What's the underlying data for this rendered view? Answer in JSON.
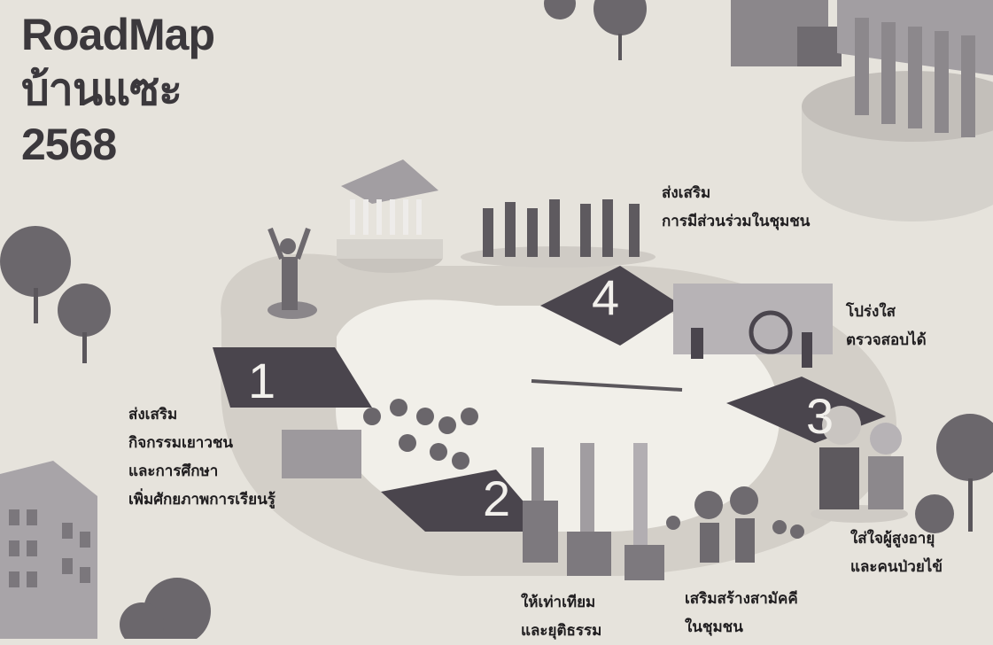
{
  "title": {
    "line1": "RoadMap",
    "line2": "บ้านแซะ",
    "line3": "2568"
  },
  "steps": [
    {
      "number": "1",
      "lines": [
        "ส่งเสริม",
        "กิจกรรมเยาวชน",
        "และการศึกษา",
        "เพิ่มศักยภาพการเรียนรู้"
      ]
    },
    {
      "number": "2",
      "lines": [
        "ให้เท่าเทียม",
        "และยุติธรรม"
      ]
    },
    {
      "number": "3",
      "lines_a": [
        "โปร่งใส",
        "ตรวจสอบได้"
      ],
      "lines_b": [
        "ใส่ใจผู้สูงอายุ",
        "และคนป่วยไข้"
      ]
    },
    {
      "number": "4",
      "lines": [
        "ส่งเสริม",
        "การมีส่วนร่วมในชุมชน"
      ]
    }
  ],
  "extra_label": [
    "เสริมสร้างสามัคคี",
    "ในชุมชน"
  ],
  "colors": {
    "background": "#e6e3dc",
    "road_dark": "#4a454d",
    "road_light": "#d3cfc8",
    "tree": "#6b676c"
  }
}
